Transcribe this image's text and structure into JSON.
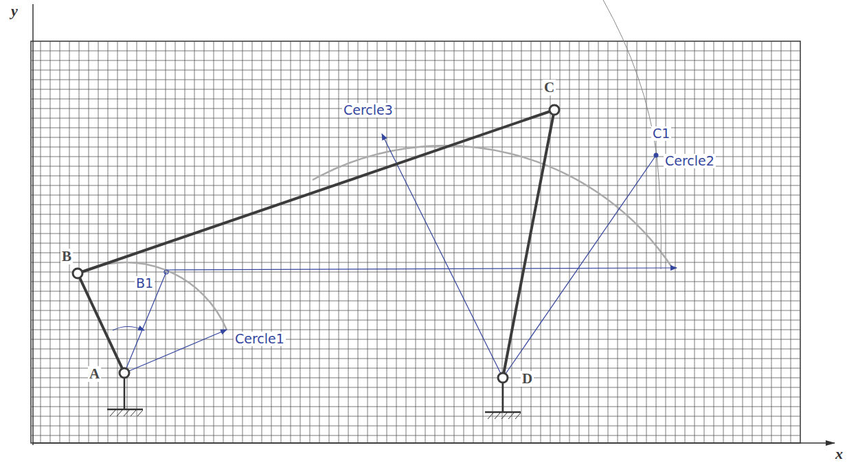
{
  "diagram": {
    "labels": [
      "y",
      "x",
      "B",
      "A",
      "C",
      "D",
      "B1",
      "C1",
      "Cercle3",
      "Cercle2",
      "Cercle1"
    ]
  }
}
